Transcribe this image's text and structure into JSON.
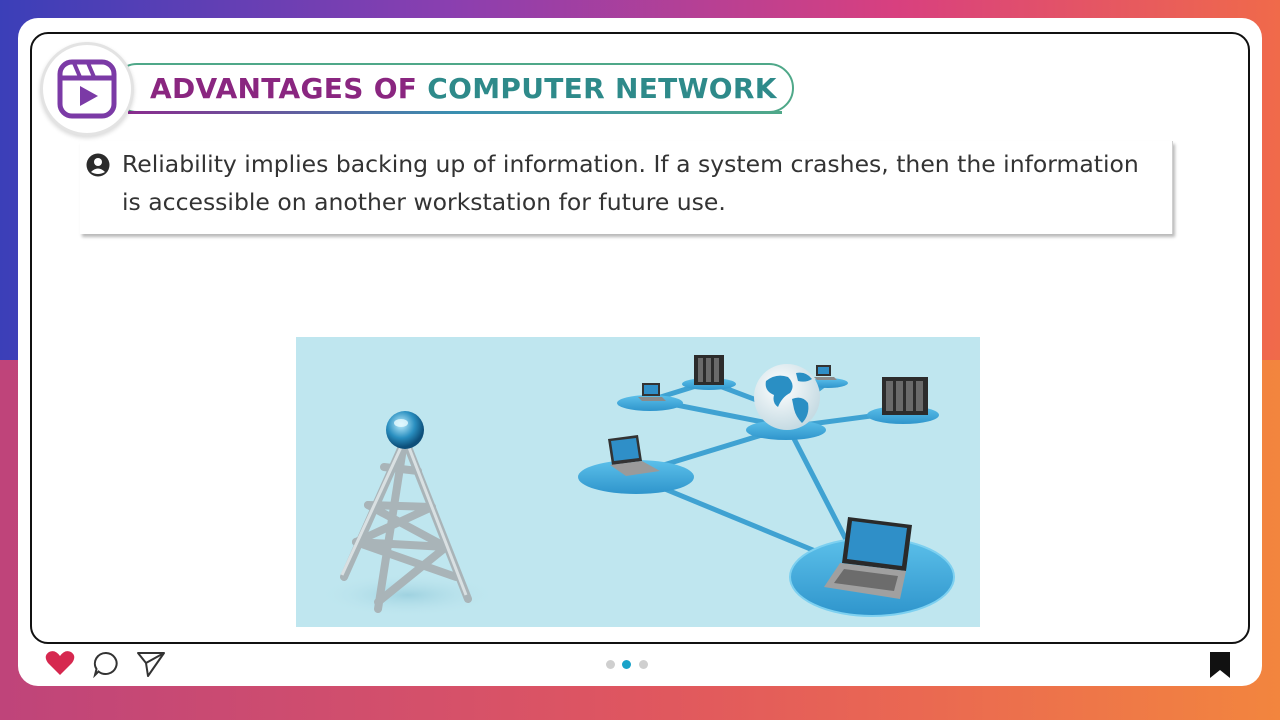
{
  "header": {
    "title_part1": "ADVANTAGES OF ",
    "title_part2": "COMPUTER NETWORK"
  },
  "bullet": {
    "text": "Reliability implies backing up of information. If a system crashes, then the information is accessible on another workstation for future use."
  },
  "illustration": {
    "icon": "network-diagram-illustration"
  },
  "actions": {
    "like_icon": "heart-icon",
    "comment_icon": "comment-icon",
    "share_icon": "send-icon",
    "save_icon": "bookmark-icon"
  },
  "pagination": {
    "total": 3,
    "active_index": 1
  },
  "colors": {
    "title_purple": "#8a2680",
    "title_teal": "#2e8a8a",
    "heart_red": "#d6284f",
    "dot_active": "#1aa3c9",
    "dot_inactive": "#cfcfcf"
  }
}
